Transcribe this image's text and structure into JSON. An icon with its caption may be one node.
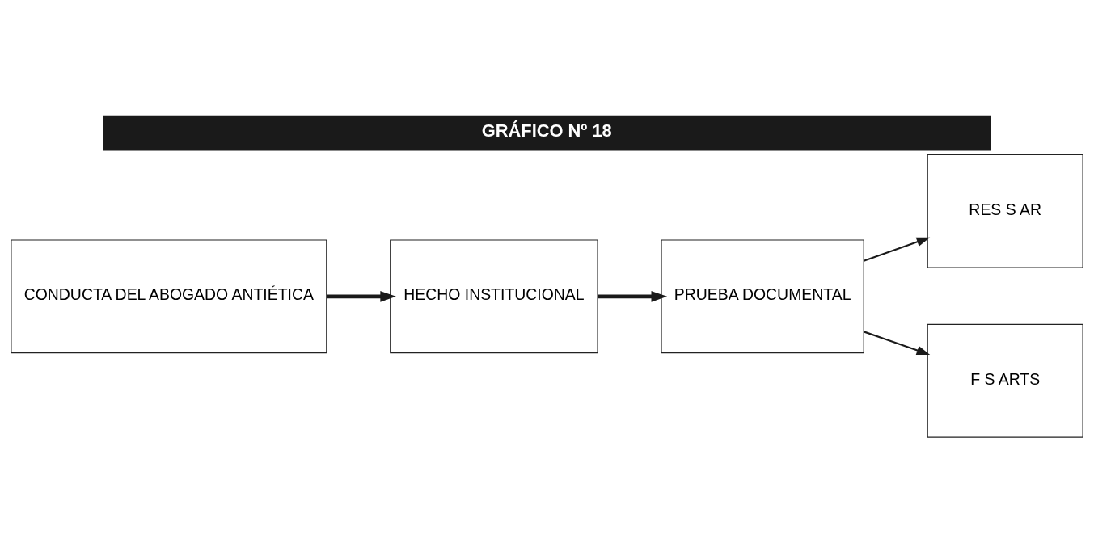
{
  "diagram": {
    "title": "GRÁFICO Nº 18",
    "nodes": [
      {
        "text": [
          "CONDUCTA DEL ABOGADO ANTIÉTICA"
        ]
      },
      {
        "text": [
          "HECHO INSTITUCIONAL"
        ]
      },
      {
        "text": [
          "PRUEBA DOCUMENTAL"
        ]
      },
      {
        "text": [
          "RES S AR"
        ]
      },
      {
        "text": [
          "F S ARTS"
        ]
      }
    ],
    "edges": [
      {
        "from": 0,
        "to": 1,
        "arrow": "to",
        "style": "thick"
      },
      {
        "from": 1,
        "to": 2,
        "arrow": "to",
        "style": "thick"
      },
      {
        "from": 2,
        "to": 3,
        "arrow": "to"
      },
      {
        "from": 2,
        "to": 4,
        "arrow": "to"
      }
    ]
  }
}
